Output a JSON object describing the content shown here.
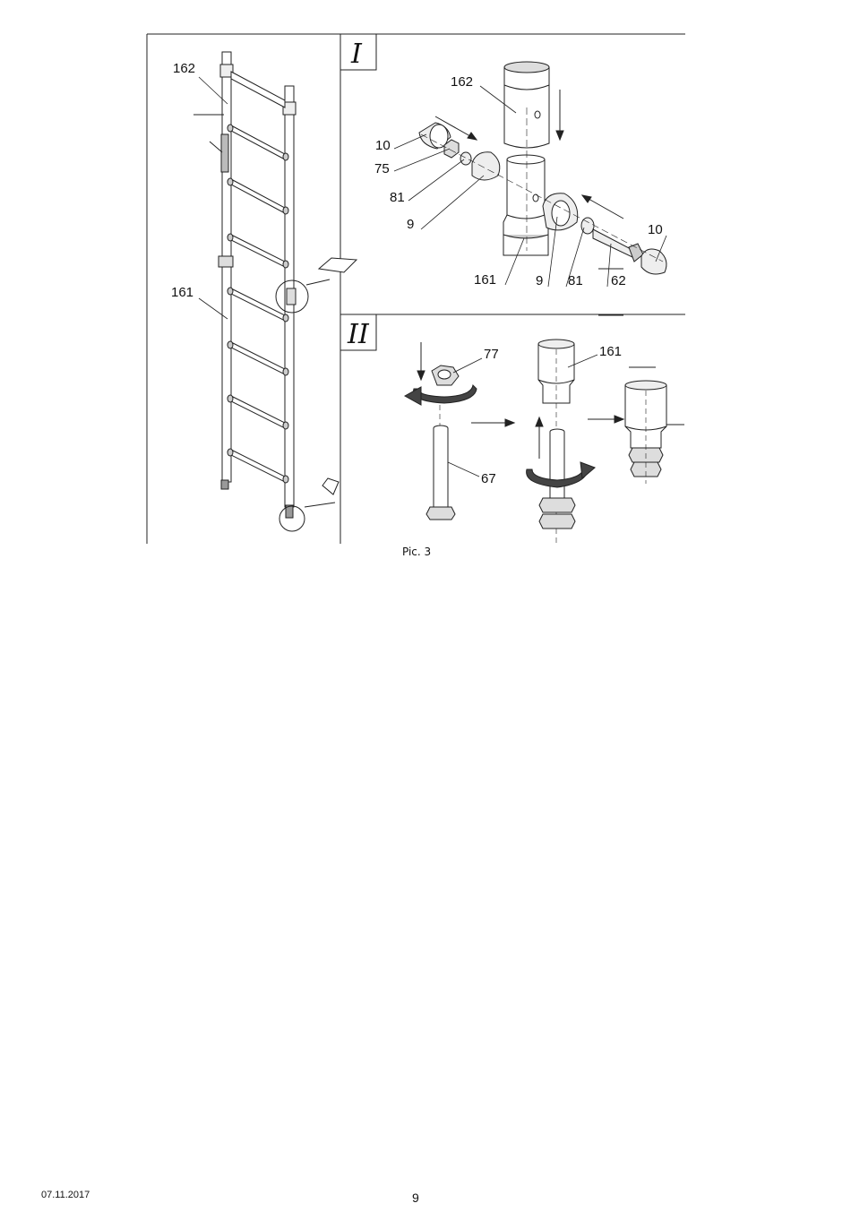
{
  "panels": {
    "overview": {
      "labels": {
        "top_frame": "162",
        "bottom_frame": "161"
      }
    },
    "detail_1": {
      "roman": "I",
      "labels": {
        "top_tube": "162",
        "clamp_left": "10",
        "nut": "75",
        "washer_left": "81",
        "cap_left": "9",
        "bottom_tube": "161",
        "cap_right": "9",
        "washer_right": "81",
        "bolt": "62",
        "clamp_right": "10"
      }
    },
    "detail_2": {
      "roman": "II",
      "labels": {
        "nut": "77",
        "tube": "161",
        "spindle": "67"
      }
    }
  },
  "caption": "Pic. 3",
  "footer": {
    "date": "07.11.2017",
    "page": "9"
  }
}
